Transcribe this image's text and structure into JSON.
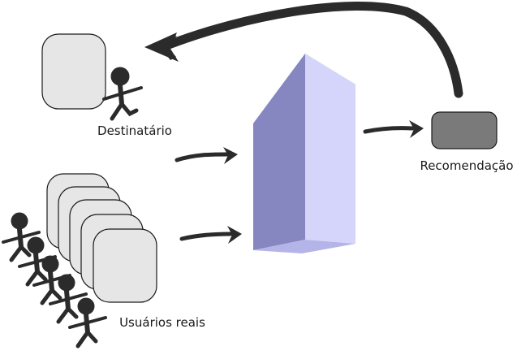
{
  "labels": {
    "recipient": "Destinatário",
    "real_users": "Usuários reais",
    "recommendation": "Recomendação"
  },
  "colors": {
    "profile_fill": "#e6e6e6",
    "profile_stroke": "#1a1a1a",
    "figure": "#2b2b2b",
    "arrow": "#2b2b2b",
    "box_front": "#8686c0",
    "box_side": "#d5d5fb",
    "box_bottom": "#b4b4e8",
    "box_top": "#9a9ad6",
    "recommendation_fill": "#7a7a7a"
  }
}
